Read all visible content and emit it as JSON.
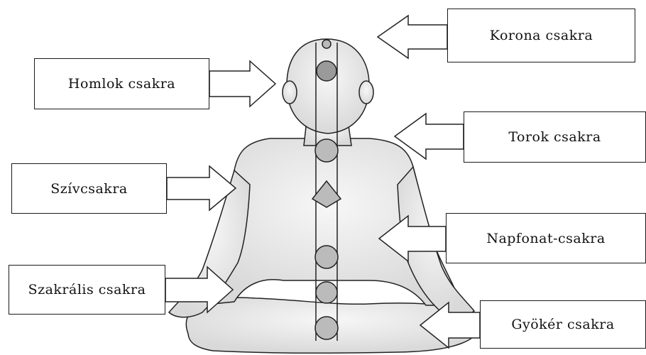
{
  "chakras": [
    {
      "key": "korona",
      "label": "Korona csakra"
    },
    {
      "key": "homlok",
      "label": "Homlok csakra"
    },
    {
      "key": "torok",
      "label": "Torok csakra"
    },
    {
      "key": "szivc",
      "label": "Szívcsakra"
    },
    {
      "key": "napfonat",
      "label": "Napfonat-csakra"
    },
    {
      "key": "szakr",
      "label": "Szakrális csakra"
    },
    {
      "key": "gyoker",
      "label": "Gyökér csakra"
    }
  ],
  "colors": {
    "outline": "#1a1a1a",
    "shading": "#d8d8d8",
    "background": "#ffffff"
  }
}
